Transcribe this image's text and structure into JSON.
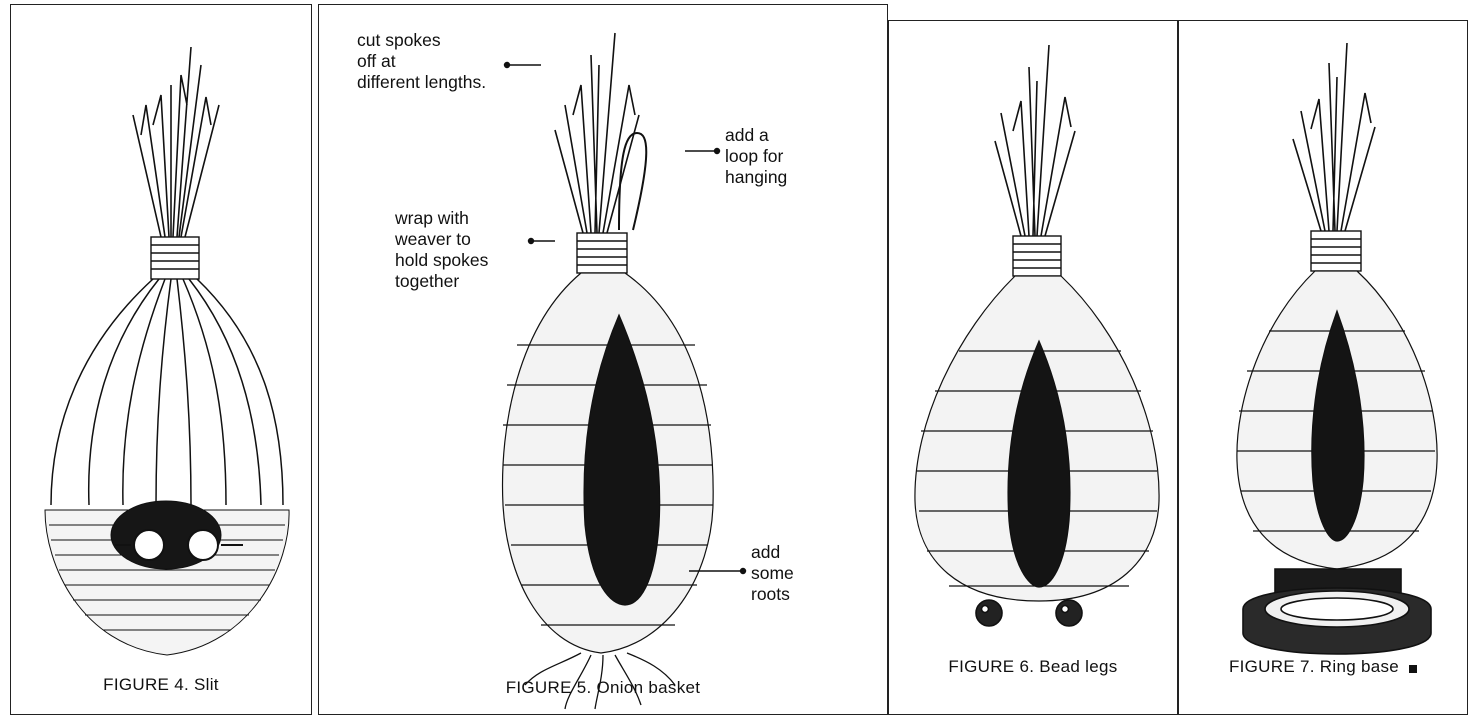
{
  "figures": [
    {
      "caption": "FIGURE 4. Slit"
    },
    {
      "caption": "FIGURE 5. Onion basket",
      "notes": {
        "cut_spokes": [
          "cut spokes",
          "off at",
          "different lengths."
        ],
        "loop": [
          "add a",
          "loop for",
          "hanging"
        ],
        "wrap": [
          "wrap with",
          "weaver to",
          "hold spokes",
          "together"
        ],
        "roots": [
          "add",
          "some",
          "roots"
        ]
      }
    },
    {
      "caption": "FIGURE 6. Bead legs"
    },
    {
      "caption": "FIGURE 7. Ring base"
    }
  ]
}
